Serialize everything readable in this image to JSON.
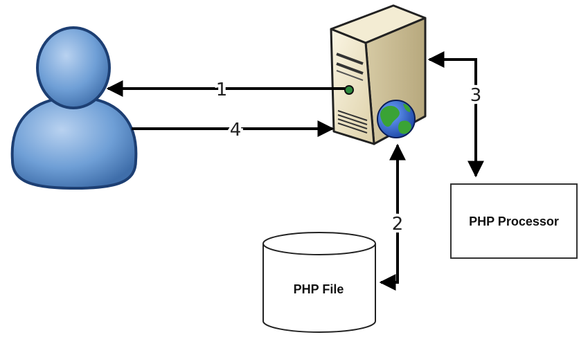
{
  "nodes": {
    "user": {
      "icon": "user-icon"
    },
    "server": {
      "icon": "web-server-icon",
      "badge_icon": "globe-icon"
    },
    "php_file": {
      "label": "PHP File",
      "shape": "cylinder"
    },
    "php_processor": {
      "label": "PHP Processor",
      "shape": "rectangle"
    }
  },
  "edges": [
    {
      "label": "1",
      "from": "server",
      "to": "user"
    },
    {
      "label": "2",
      "between": [
        "server",
        "php_file"
      ]
    },
    {
      "label": "3",
      "between": [
        "server",
        "php_processor"
      ]
    },
    {
      "label": "4",
      "from": "user",
      "to": "server"
    }
  ],
  "colors": {
    "user_fill": "#6f9fd6",
    "user_outline": "#1d3f73",
    "server_front": "#efe6c8",
    "server_side": "#cfc29a",
    "globe_ocean": "#1f4fc0",
    "globe_land": "#3aa335",
    "line": "#000000"
  }
}
